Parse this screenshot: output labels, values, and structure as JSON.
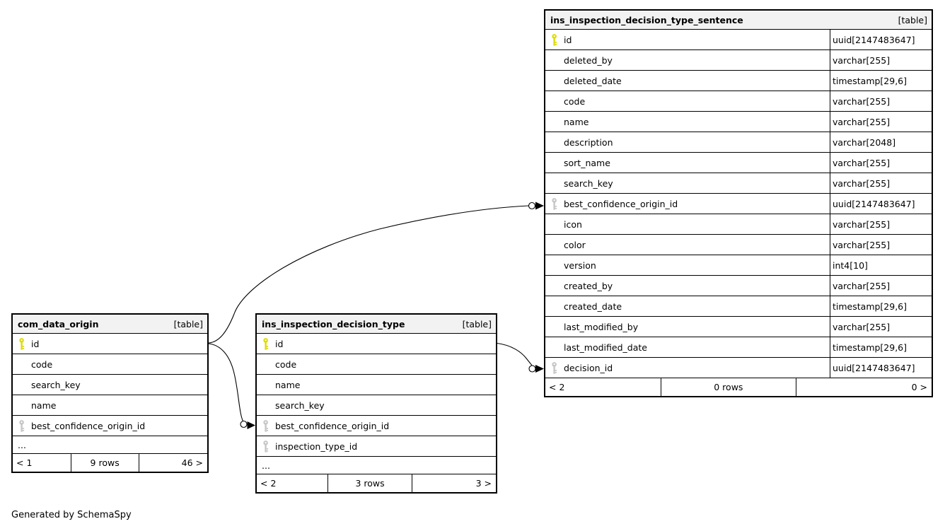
{
  "page": {
    "credit": "Generated by SchemaSpy"
  },
  "colors": {
    "pk_key": "#dcdc00",
    "fk_key": "#c6c6c6",
    "header_bg": "#f2f2f2",
    "row_bg": "#ffffff",
    "border": "#000000",
    "line": "#000000"
  },
  "tables": [
    {
      "key": "com_data_origin",
      "title": "com_data_origin",
      "badge": "[table]",
      "columns": [
        {
          "name": "id",
          "icon": "pk"
        },
        {
          "name": "code"
        },
        {
          "name": "search_key"
        },
        {
          "name": "name"
        },
        {
          "name": "best_confidence_origin_id",
          "icon": "fk"
        },
        {
          "name": "..."
        }
      ],
      "footer": {
        "prev": "< 1",
        "rows": "9 rows",
        "next": "46 >"
      }
    },
    {
      "key": "ins_inspection_decision_type",
      "title": "ins_inspection_decision_type",
      "badge": "[table]",
      "columns": [
        {
          "name": "id",
          "icon": "pk"
        },
        {
          "name": "code"
        },
        {
          "name": "name"
        },
        {
          "name": "search_key"
        },
        {
          "name": "best_confidence_origin_id",
          "icon": "fk"
        },
        {
          "name": "inspection_type_id",
          "icon": "fk"
        },
        {
          "name": "..."
        }
      ],
      "footer": {
        "prev": "< 2",
        "rows": "3 rows",
        "next": "3 >"
      }
    },
    {
      "key": "ins_inspection_decision_type_sentence",
      "title": "ins_inspection_decision_type_sentence",
      "badge": "[table]",
      "columns": [
        {
          "name": "id",
          "icon": "pk",
          "type": "uuid[2147483647]"
        },
        {
          "name": "deleted_by",
          "type": "varchar[255]"
        },
        {
          "name": "deleted_date",
          "type": "timestamp[29,6]"
        },
        {
          "name": "code",
          "type": "varchar[255]"
        },
        {
          "name": "name",
          "type": "varchar[255]"
        },
        {
          "name": "description",
          "type": "varchar[2048]"
        },
        {
          "name": "sort_name",
          "type": "varchar[255]"
        },
        {
          "name": "search_key",
          "type": "varchar[255]"
        },
        {
          "name": "best_confidence_origin_id",
          "icon": "fk",
          "type": "uuid[2147483647]"
        },
        {
          "name": "icon",
          "type": "varchar[255]"
        },
        {
          "name": "color",
          "type": "varchar[255]"
        },
        {
          "name": "version",
          "type": "int4[10]"
        },
        {
          "name": "created_by",
          "type": "varchar[255]"
        },
        {
          "name": "created_date",
          "type": "timestamp[29,6]"
        },
        {
          "name": "last_modified_by",
          "type": "varchar[255]"
        },
        {
          "name": "last_modified_date",
          "type": "timestamp[29,6]"
        },
        {
          "name": "decision_id",
          "icon": "fk",
          "type": "uuid[2147483647]"
        }
      ],
      "footer": {
        "prev": "< 2",
        "rows": "0 rows",
        "next": "0 >"
      }
    }
  ],
  "relationships": [
    {
      "from": "com_data_origin.id",
      "to": "ins_inspection_decision_type_sentence.best_confidence_origin_id"
    },
    {
      "from": "com_data_origin.id",
      "to": "ins_inspection_decision_type.best_confidence_origin_id"
    },
    {
      "from": "ins_inspection_decision_type.id",
      "to": "ins_inspection_decision_type_sentence.decision_id"
    }
  ]
}
